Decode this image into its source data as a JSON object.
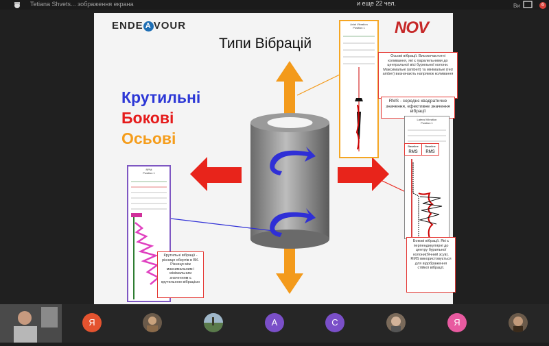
{
  "topbar": {
    "sharing_text": "Tetiana Shvets... зображення екрана",
    "more_participants_line1": "",
    "more_participants_line2": "и еще 22 чел.",
    "notification_count": "6",
    "right_label": "Ви"
  },
  "slide": {
    "brand_left_prefix": "ENDE",
    "brand_left_a": "A",
    "brand_left_suffix": "VOUR",
    "brand_right": "NOV",
    "title": "Типи Вібрацій",
    "type_torsional": "Крутильні",
    "type_lateral": "Бокові",
    "type_axial": "Осьові",
    "axial_panel_title": "Axial Vibration",
    "axial_panel_sub": "Position 1",
    "lateral_panel_title": "Lateral Vibration",
    "lateral_panel_sub": "Position 1",
    "torsional_panel_title": "RPM",
    "torsional_panel_sub": "Position 1",
    "note_axial": "Осьові вібрації. Високочастотні коливання, які є паралельними до центральної вісі бурильної колони. Максимальні (amberl) та мінімальні (red amber) визначають напрямок коливання",
    "note_rms": "RMS - середнє квадратичне значення, ефективне значення вібрації",
    "rms_left_top": "Baseline",
    "rms_left_bottom": "RMS",
    "rms_right_top": "Baseline",
    "rms_right_bottom": "RMS",
    "note_lateral": "Бокові вібрації. Які є перпендикулярні до центру бурильної колони(бічний зсув). RMS використовується для відображення стійкої вібрації.",
    "note_torsional": "Крутильні вібрації - різниця обертів в ВК. Різниця між максимальним і мінімальним значенням є крутильною вібрацією"
  },
  "participants": [
    {
      "initial": "Я",
      "color": "#e4532f"
    },
    {
      "initial": "",
      "color": "#6a5a4a"
    },
    {
      "initial": "",
      "color": "#4a6a7a"
    },
    {
      "initial": "A",
      "color": "#7a4fc8"
    },
    {
      "initial": "C",
      "color": "#7a4fc8"
    },
    {
      "initial": "",
      "color": "#7a6a5a"
    },
    {
      "initial": "Я",
      "color": "#e85aa0"
    },
    {
      "initial": "",
      "color": "#6a5a4a"
    }
  ],
  "colors": {
    "arrow_orange": "#f39a1b",
    "arrow_red": "#e8241b",
    "spiral_blue": "#2f2fd6",
    "note_border": "#e53935"
  }
}
